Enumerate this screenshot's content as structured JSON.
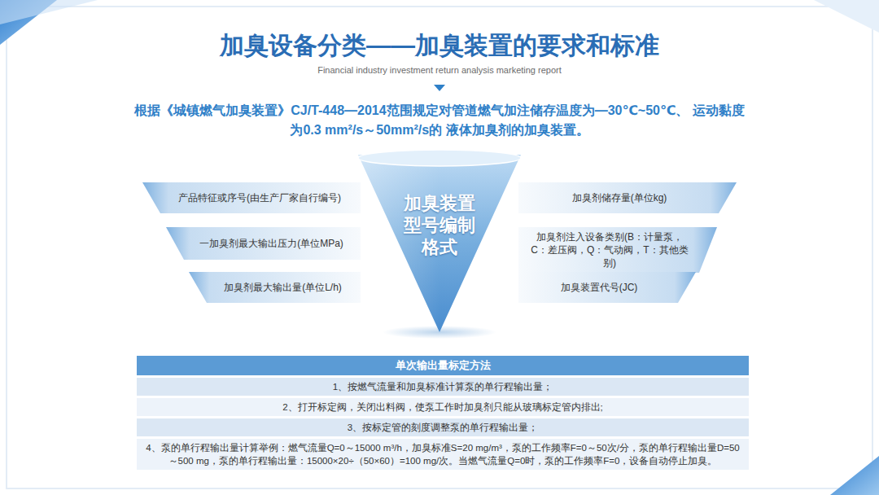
{
  "diagram": {
    "title": "加臭设备分类——加臭装置的要求和标准",
    "nodes": [
      {
        "text": [
          "加臭装置型号编制格式"
        ]
      },
      {
        "text": [
          "产品特征或序号(由生产厂家自行编号)"
        ]
      },
      {
        "text": [
          "加臭剂储存量(单位kg)"
        ]
      },
      {
        "text": [
          "一加臭剂最大输出压力(单位MPa)"
        ]
      },
      {
        "text": [
          "加臭剂注入设备类别(B：计量泵，C：差压阀，Q：气动阀，T：其他类别)"
        ]
      },
      {
        "text": [
          "加臭剂最大输出量(单位L/h)"
        ]
      },
      {
        "text": [
          "加臭装置代号(JC)"
        ]
      }
    ],
    "labels": [
      "Financial industry investment return analysis marketing report",
      "根据《城镇燃气加臭装置》CJ/T-448—2014范围规定对管道燃气加注储存温度为—30℃~50℃、 运动黏度为0.3 mm²/s～50mm²/s的 液体加臭剂的加臭装置。",
      "单次输出量标定方法",
      "1、按燃气流量和加臭标准计算泵的单行程输出量；",
      "2、打开标定阀，关闭出料阀，使泵工作时加臭剂只能从玻璃标定管内排出;",
      "3、按标定管的刻度调整泵的单行程输出量；",
      "4、泵的单行程输出量计算举例：燃气流量Q=0～15000 m³/h，加臭标准S=20 mg/m³，泵的工作频率F=0～50次/分，泵的单行程输出量D=50～500 mg，泵的单行程输出量：15000×20÷（50×60）=100 mg/次。当燃气流量Q=0时，泵的工作频率F=0，设备自动停止加臭。"
    ]
  }
}
